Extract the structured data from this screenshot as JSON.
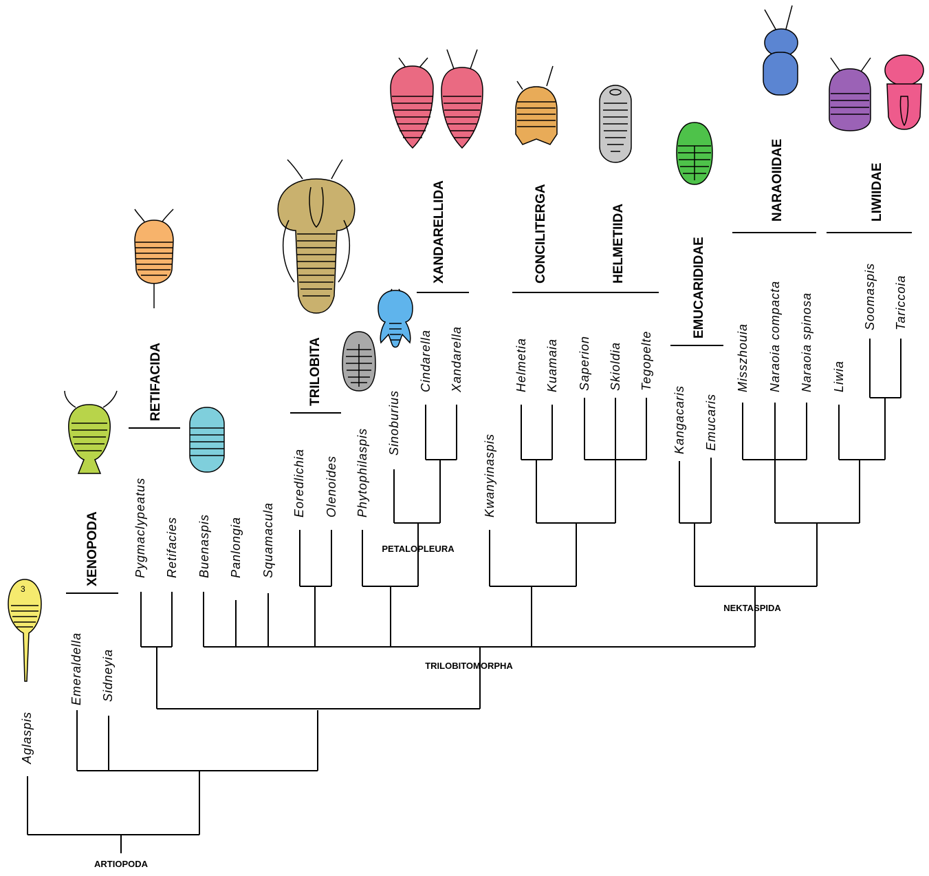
{
  "taxa": {
    "aglaspis": "Aglaspis",
    "emeraldella": "Emeraldella",
    "sidneyia": "Sidneyia",
    "pygmaclypeatus": "Pygmaclypeatus",
    "retifacies": "Retifacies",
    "buenaspis": "Buenaspis",
    "panlongia": "Panlongia",
    "squamacula": "Squamacula",
    "eoredlichia": "Eoredlichia",
    "olenoides": "Olenoides",
    "phytophilaspis": "Phytophilaspis",
    "sinoburius": "Sinoburius",
    "cindarella": "Cindarella",
    "xandarella": "Xandarella",
    "kwanyinaspis": "Kwanyinaspis",
    "helmetia": "Helmetia",
    "kuamaia": "Kuamaia",
    "saperion": "Saperion",
    "skioldia": "Skioldia",
    "tegopelte": "Tegopelte",
    "kangacaris": "Kangacaris",
    "emucaris": "Emucaris",
    "misszhouia": "Misszhouia",
    "naraoia_compacta": "Naraoia compacta",
    "naraoia_spinosa": "Naraoia spinosa",
    "liwia": "Liwia",
    "soomaspis": "Soomaspis",
    "taricoia": "Tariccoia"
  },
  "clades": {
    "xenopoda": "XENOPODA",
    "retifacida": "RETIFACIDA",
    "trilobita": "TRILOBITA",
    "xandarellida": "XANDARELLIDA",
    "conciliterga": "CONCILITERGA",
    "helmetiida": "HELMETIIDA",
    "emucarididae": "EMUCARIDIDAE",
    "naraoiidae": "NARAOIIDAE",
    "liwiidae": "LIWIIDAE"
  },
  "nodes": {
    "artiopoda": "ARTIOPODA",
    "trilobitomorpha": "TRILOBITOMORPHA",
    "petalopleura": "PETALOPLEURA",
    "nektaspida": "NEKTASPIDA"
  },
  "illustration_colors": {
    "aglaspis": "#f5ea6e",
    "xenopoda": "#b8d44a",
    "retifacida": "#f7b36b",
    "buenaspis": "#7fcfdc",
    "trilobita": "#c9b16e",
    "phytophilaspis": "#a9a9a9",
    "sinoburius": "#5fb4ec",
    "xandarellida": "#ea6a82",
    "conciliterga": "#e8ab58",
    "helmetiida": "#c8c8c8",
    "emucarididae": "#4ec24a",
    "naraoiidae": "#5b85d2",
    "liwiidae_purple": "#9b62b6",
    "liwiidae_pink": "#ee5b8c"
  },
  "icons": [
    "aglaspis-illustration-icon",
    "xenopod-illustration-icon",
    "retifacid-illustration-icon",
    "buenaspis-illustration-icon",
    "trilobite-illustration-icon",
    "phytophilaspis-illustration-icon",
    "sinoburius-illustration-icon",
    "xandarellid-illustration-icon",
    "conciliterga-illustration-icon",
    "helmetiid-illustration-icon",
    "emucaridid-illustration-icon",
    "naraoiid-illustration-icon",
    "liwiid-illustration-icon"
  ]
}
